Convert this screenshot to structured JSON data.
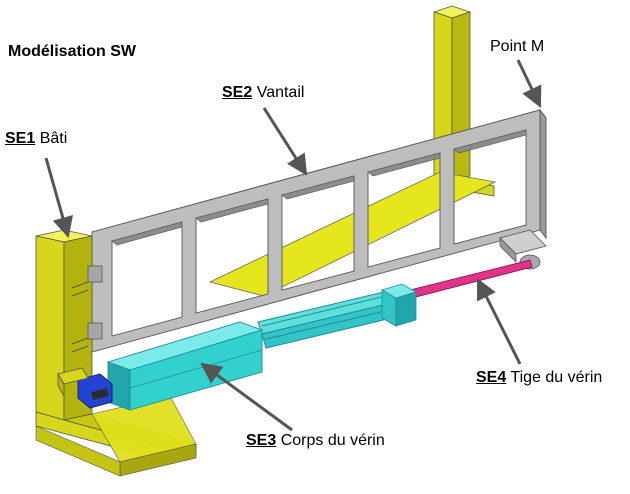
{
  "title": "Modélisation SW",
  "labels": {
    "se1": {
      "code": "SE1",
      "text": "Bâti"
    },
    "se2": {
      "code": "SE2",
      "text": "Vantail"
    },
    "se3": {
      "code": "SE3",
      "text": "Corps du vérin"
    },
    "se4": {
      "code": "SE4",
      "text": "Tige du vérin"
    },
    "point_m": "Point M"
  },
  "colors": {
    "frame": "#bbbbbb",
    "pillar": "#e6e61c",
    "pillar_shadow": "#b3b310",
    "cylinder_body": "#33d0d0",
    "cylinder_dark": "#1f8f94",
    "rod": "#e0338a",
    "clevis": "#2244d0"
  }
}
